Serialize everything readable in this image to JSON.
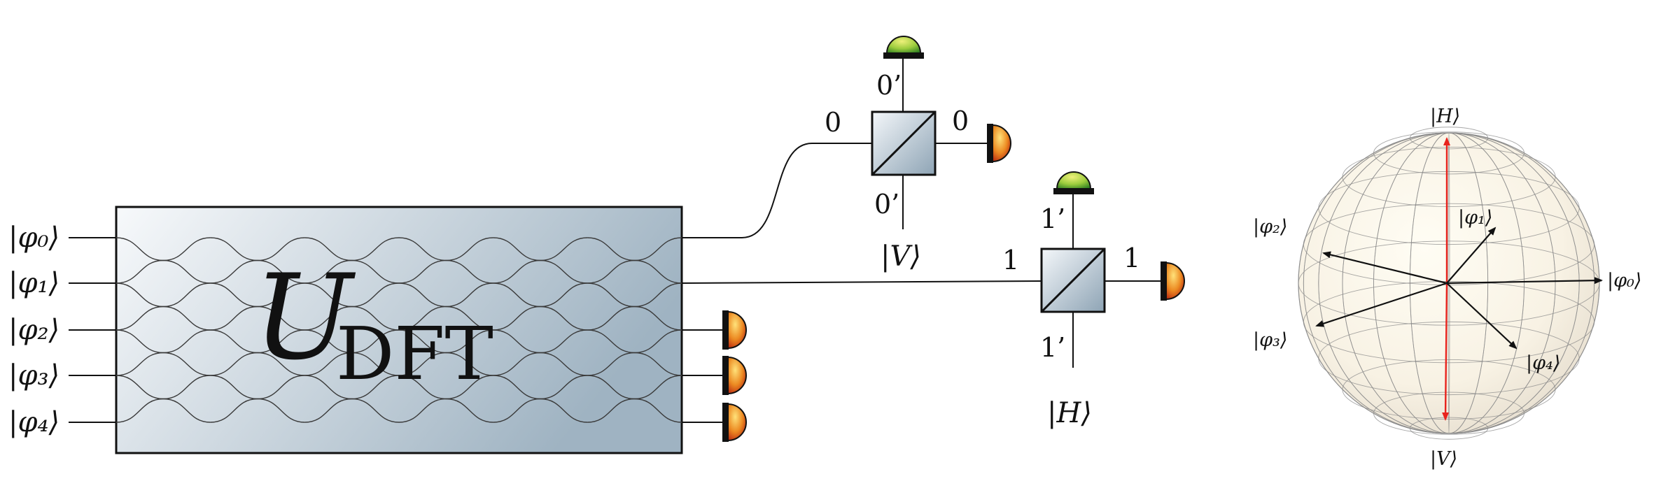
{
  "inputs": {
    "labels": [
      "|φ₀⟩",
      "|φ₁⟩",
      "|φ₂⟩",
      "|φ₃⟩",
      "|φ₄⟩"
    ]
  },
  "unitary": {
    "symbol": "U",
    "subscript": "DFT"
  },
  "beam_splitter_top": {
    "in_label": "0",
    "out_label": "0",
    "top_label": "0’",
    "bottom_label": "0’",
    "state_label": "|V⟩"
  },
  "beam_splitter_bottom": {
    "in_label": "1",
    "out_label": "1",
    "top_label": "1’",
    "bottom_label": "1’",
    "state_label": "|H⟩"
  },
  "bloch_sphere": {
    "top_label": "|H⟩",
    "bottom_label": "|V⟩",
    "vector_labels": [
      "|φ₀⟩",
      "|φ₁⟩",
      "|φ₂⟩",
      "|φ₃⟩",
      "|φ₄⟩"
    ]
  },
  "colors": {
    "hv_axis": "#e8231d",
    "detector_orange": "#e8801f",
    "detector_green": "#8cc83c",
    "box_gradient_start": "#f7f9fb",
    "box_gradient_end": "#9fb3c2"
  }
}
